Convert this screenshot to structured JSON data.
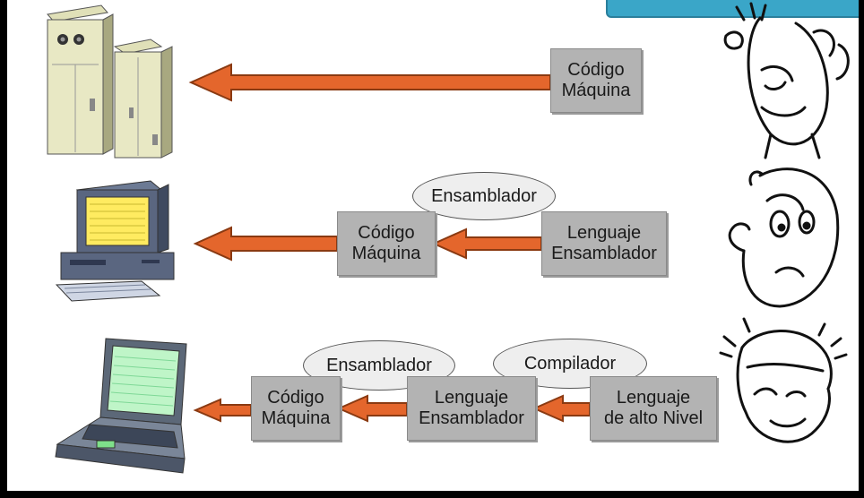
{
  "rows": [
    {
      "boxes": [
        {
          "line1": "Código",
          "line2": "Máquina"
        }
      ],
      "ovals": []
    },
    {
      "boxes": [
        {
          "line1": "Código",
          "line2": "Máquina"
        },
        {
          "line1": "Lenguaje",
          "line2": "Ensamblador"
        }
      ],
      "ovals": [
        "Ensamblador"
      ]
    },
    {
      "boxes": [
        {
          "line1": "Código",
          "line2": "Máquina"
        },
        {
          "line1": "Lenguaje",
          "line2": "Ensamblador"
        },
        {
          "line1": "Lenguaje",
          "line2": "de alto Nivel"
        }
      ],
      "ovals": [
        "Ensamblador",
        "Compilador"
      ]
    }
  ],
  "colors": {
    "arrow": "#e4662c",
    "box": "#b3b3b3",
    "oval": "#eeeeee",
    "header_tab": "#3aa6c8"
  },
  "icons": [
    "server-cabinet-icon",
    "desktop-computer-icon",
    "laptop-icon",
    "frustrated-face-icon",
    "worried-face-icon",
    "smiling-face-icon"
  ]
}
